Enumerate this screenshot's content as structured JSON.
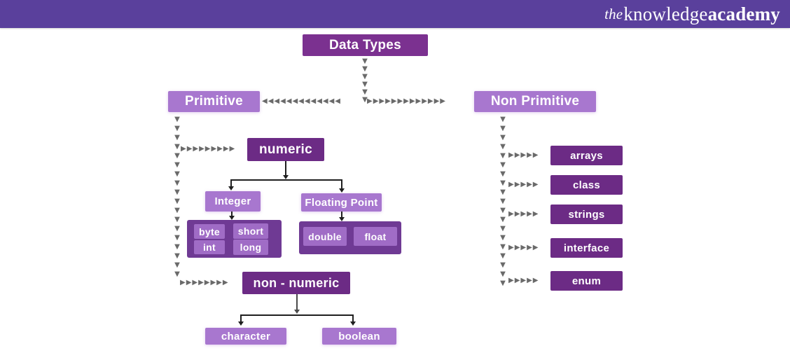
{
  "colors": {
    "top_bar": "#5a409c",
    "node_root": "#7b3190",
    "node_dark": "#6c2b85",
    "node_light": "#a877cf",
    "node_inner": "#a06cc6",
    "group_container": "#6f3a94",
    "arrow_gray": "#6a6a6a",
    "line_black": "#1f1f1f",
    "text": "#ffffff"
  },
  "header": {
    "logo": {
      "the": "the",
      "knowledge": "knowledge",
      "academy": "academy"
    }
  },
  "diagram": {
    "root_label": "Data Types",
    "primitive": {
      "label": "Primitive",
      "numeric": {
        "label": "numeric",
        "integer": {
          "label": "Integer",
          "types": [
            "byte",
            "short",
            "int",
            "long"
          ]
        },
        "floating_point": {
          "label": "Floating Point",
          "types": [
            "double",
            "float"
          ]
        }
      },
      "non_numeric": {
        "label": "non - numeric",
        "types": [
          "character",
          "boolean"
        ]
      }
    },
    "non_primitive": {
      "label": "Non Primitive",
      "items": [
        "arrays",
        "class",
        "strings",
        "interface",
        "enum"
      ]
    }
  },
  "connectors": {
    "down_from_root": "▼\n▼\n▼\n▼\n▼\n▼",
    "header_left": "◀◀◀◀◀◀◀◀◀◀◀◀◀",
    "header_right": "▶▶▶▶▶▶▶▶▶▶▶▶▶",
    "primitive_spine": "▼\n▼\n▼\n▼\n▼\n▼\n▼\n▼\n▼\n▼\n▼\n▼\n▼\n▼\n▼\n▼\n▼\n▼",
    "non_primitive_spine": "▼\n▼\n▼\n▼\n▼\n▼\n▼\n▼\n▼\n▼\n▼\n▼\n▼\n▼\n▼\n▼\n▼\n▼\n▼",
    "to_numeric": "▶▶▶▶▶▶▶▶▶",
    "to_non_numeric": "▶▶▶▶▶▶▶▶",
    "to_item": "▶▶▶▶▶"
  }
}
